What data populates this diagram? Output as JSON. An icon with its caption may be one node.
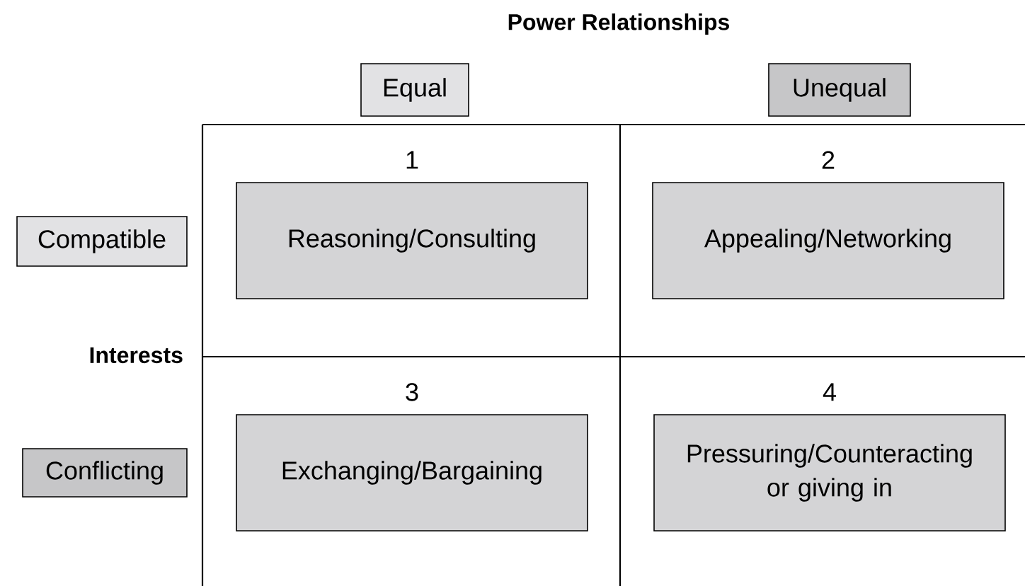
{
  "diagram": {
    "title": "Power Relationships",
    "nodes": [
      {
        "text": [
          "Equal"
        ]
      },
      {
        "text": [
          "Unequal"
        ]
      },
      {
        "text": [
          "Compatible"
        ]
      },
      {
        "text": [
          "Conflicting"
        ]
      },
      {
        "text": [
          "Reasoning/Consulting"
        ],
        "beside": [
          "1"
        ]
      },
      {
        "text": [
          "Appealing/Networking"
        ],
        "beside": [
          "2"
        ]
      },
      {
        "text": [
          "Exchanging/Bargaining"
        ],
        "beside": [
          "3"
        ]
      },
      {
        "text": [
          "Pressuring/Counteracting or giving in"
        ],
        "beside": [
          "4"
        ]
      }
    ],
    "edges": [],
    "labels": [
      "Interests"
    ]
  }
}
